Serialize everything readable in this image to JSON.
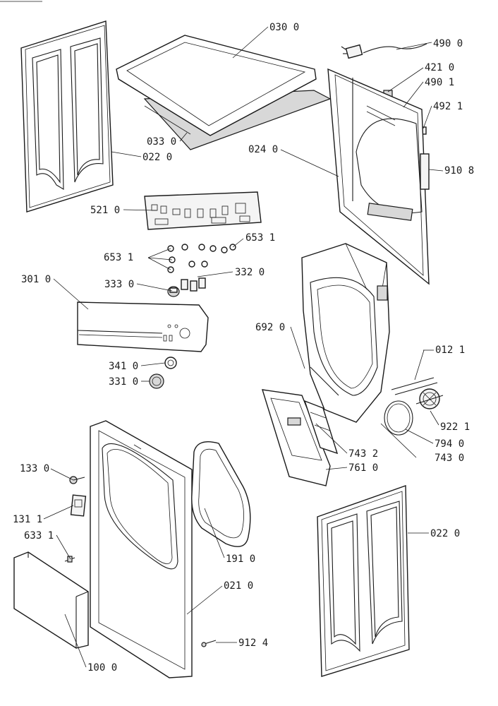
{
  "callouts": [
    {
      "id": "c0300",
      "label": "030 0"
    },
    {
      "id": "c4900",
      "label": "490 0"
    },
    {
      "id": "c4210",
      "label": "421 0"
    },
    {
      "id": "c4901",
      "label": "490 1"
    },
    {
      "id": "c4921",
      "label": "492 1"
    },
    {
      "id": "c0330",
      "label": "033 0"
    },
    {
      "id": "c0220a",
      "label": "022 0"
    },
    {
      "id": "c0240",
      "label": "024 0"
    },
    {
      "id": "c9108",
      "label": "910 8"
    },
    {
      "id": "c5210",
      "label": "521 0"
    },
    {
      "id": "c6531a",
      "label": "653 1"
    },
    {
      "id": "c6531b",
      "label": "653 1"
    },
    {
      "id": "c3010",
      "label": "301 0"
    },
    {
      "id": "c3330",
      "label": "333 0"
    },
    {
      "id": "c3320",
      "label": "332 0"
    },
    {
      "id": "c6920",
      "label": "692 0"
    },
    {
      "id": "c0121",
      "label": "012 1"
    },
    {
      "id": "c3410",
      "label": "341 0"
    },
    {
      "id": "c3310",
      "label": "331 0"
    },
    {
      "id": "c9221",
      "label": "922 1"
    },
    {
      "id": "c7432",
      "label": "743 2"
    },
    {
      "id": "c7940",
      "label": "794 0"
    },
    {
      "id": "c7430",
      "label": "743 0"
    },
    {
      "id": "c7610",
      "label": "761 0"
    },
    {
      "id": "c1330",
      "label": "133 0"
    },
    {
      "id": "c1311",
      "label": "131 1"
    },
    {
      "id": "c6331",
      "label": "633 1"
    },
    {
      "id": "c0220b",
      "label": "022 0"
    },
    {
      "id": "c1910",
      "label": "191 0"
    },
    {
      "id": "c0210",
      "label": "021 0"
    },
    {
      "id": "c9124",
      "label": "912 4"
    },
    {
      "id": "c1000",
      "label": "100 0"
    }
  ]
}
